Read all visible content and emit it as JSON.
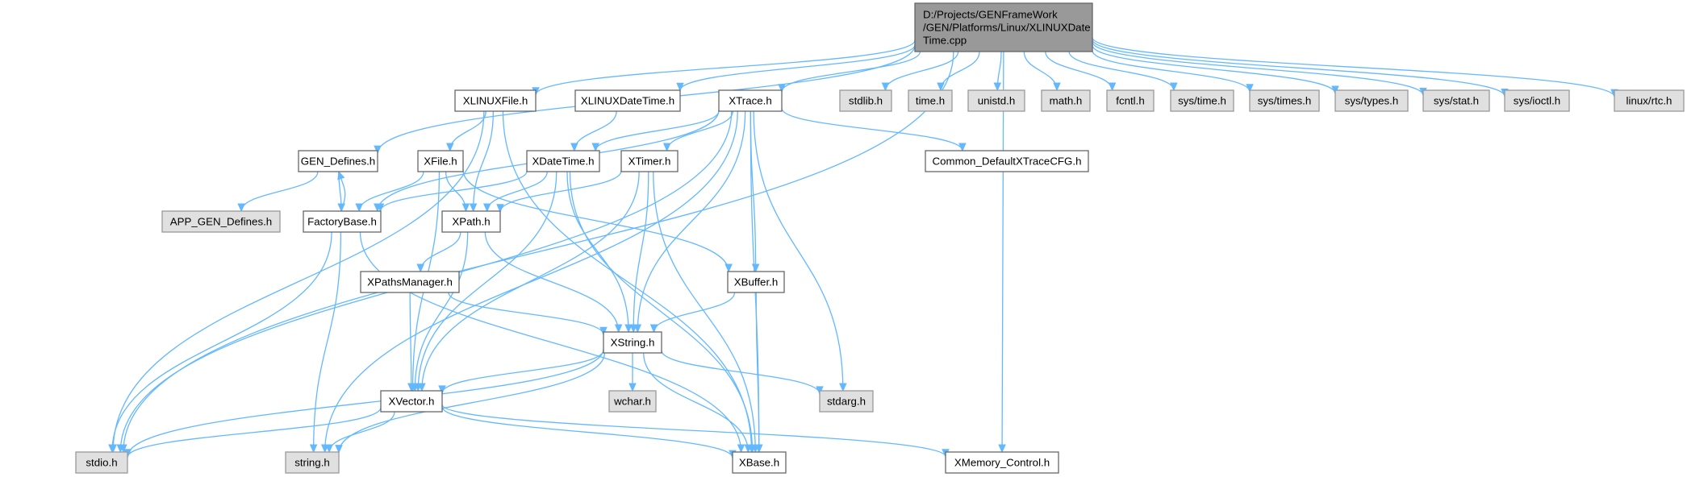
{
  "colors": {
    "edge": "#63b8ff",
    "project_fill": "#ffffff",
    "system_fill": "#e0e0e0",
    "root_fill": "#999999",
    "border": "#666666"
  },
  "nodes": [
    {
      "id": "root",
      "lines": [
        "D:/Projects/GENFrameWork",
        "/GEN/Platforms/Linux/XLINUXDate",
        "Time.cpp"
      ],
      "kind": "root"
    },
    {
      "id": "xlinuxfile",
      "lines": [
        "XLINUXFile.h"
      ],
      "kind": "project"
    },
    {
      "id": "xlinuxdatetime",
      "lines": [
        "XLINUXDateTime.h"
      ],
      "kind": "project"
    },
    {
      "id": "xtrace",
      "lines": [
        "XTrace.h"
      ],
      "kind": "project"
    },
    {
      "id": "stdlib",
      "lines": [
        "stdlib.h"
      ],
      "kind": "system"
    },
    {
      "id": "time",
      "lines": [
        "time.h"
      ],
      "kind": "system"
    },
    {
      "id": "unistd",
      "lines": [
        "unistd.h"
      ],
      "kind": "system"
    },
    {
      "id": "math",
      "lines": [
        "math.h"
      ],
      "kind": "system"
    },
    {
      "id": "fcntl",
      "lines": [
        "fcntl.h"
      ],
      "kind": "system"
    },
    {
      "id": "systime",
      "lines": [
        "sys/time.h"
      ],
      "kind": "system"
    },
    {
      "id": "systimes",
      "lines": [
        "sys/times.h"
      ],
      "kind": "system"
    },
    {
      "id": "systypes",
      "lines": [
        "sys/types.h"
      ],
      "kind": "system"
    },
    {
      "id": "sysstat",
      "lines": [
        "sys/stat.h"
      ],
      "kind": "system"
    },
    {
      "id": "sysioctl",
      "lines": [
        "sys/ioctl.h"
      ],
      "kind": "system"
    },
    {
      "id": "linuxrtc",
      "lines": [
        "linux/rtc.h"
      ],
      "kind": "system"
    },
    {
      "id": "gendefines",
      "lines": [
        "GEN_Defines.h"
      ],
      "kind": "project"
    },
    {
      "id": "xfile",
      "lines": [
        "XFile.h"
      ],
      "kind": "project"
    },
    {
      "id": "xdatetime",
      "lines": [
        "XDateTime.h"
      ],
      "kind": "project"
    },
    {
      "id": "xtimer",
      "lines": [
        "XTimer.h"
      ],
      "kind": "project"
    },
    {
      "id": "commoncfg",
      "lines": [
        "Common_DefaultXTraceCFG.h"
      ],
      "kind": "project"
    },
    {
      "id": "appgendefines",
      "lines": [
        "APP_GEN_Defines.h"
      ],
      "kind": "system"
    },
    {
      "id": "factorybase",
      "lines": [
        "FactoryBase.h"
      ],
      "kind": "project"
    },
    {
      "id": "xpath",
      "lines": [
        "XPath.h"
      ],
      "kind": "project"
    },
    {
      "id": "xpathsmanager",
      "lines": [
        "XPathsManager.h"
      ],
      "kind": "project"
    },
    {
      "id": "xbuffer",
      "lines": [
        "XBuffer.h"
      ],
      "kind": "project"
    },
    {
      "id": "xstring",
      "lines": [
        "XString.h"
      ],
      "kind": "project"
    },
    {
      "id": "wchar",
      "lines": [
        "wchar.h"
      ],
      "kind": "system"
    },
    {
      "id": "stdarg",
      "lines": [
        "stdarg.h"
      ],
      "kind": "system"
    },
    {
      "id": "xvector",
      "lines": [
        "XVector.h"
      ],
      "kind": "project"
    },
    {
      "id": "stdio",
      "lines": [
        "stdio.h"
      ],
      "kind": "system"
    },
    {
      "id": "string",
      "lines": [
        "string.h"
      ],
      "kind": "system"
    },
    {
      "id": "xbase",
      "lines": [
        "XBase.h"
      ],
      "kind": "project"
    },
    {
      "id": "xmemory",
      "lines": [
        "XMemory_Control.h"
      ],
      "kind": "project"
    }
  ],
  "edges": [
    [
      "root",
      "xlinuxfile"
    ],
    [
      "root",
      "xlinuxdatetime"
    ],
    [
      "root",
      "xtrace"
    ],
    [
      "root",
      "stdlib"
    ],
    [
      "root",
      "time"
    ],
    [
      "root",
      "unistd"
    ],
    [
      "root",
      "math"
    ],
    [
      "root",
      "fcntl"
    ],
    [
      "root",
      "systime"
    ],
    [
      "root",
      "systimes"
    ],
    [
      "root",
      "systypes"
    ],
    [
      "root",
      "sysstat"
    ],
    [
      "root",
      "sysioctl"
    ],
    [
      "root",
      "linuxrtc"
    ],
    [
      "root",
      "gendefines"
    ],
    [
      "root",
      "stdio"
    ],
    [
      "root",
      "xmemory"
    ],
    [
      "xlinuxfile",
      "xfile"
    ],
    [
      "xlinuxfile",
      "xpath"
    ],
    [
      "xlinuxfile",
      "stdio"
    ],
    [
      "xlinuxfile",
      "xbase"
    ],
    [
      "xlinuxdatetime",
      "xdatetime"
    ],
    [
      "xtrace",
      "xdatetime"
    ],
    [
      "xtrace",
      "xtimer"
    ],
    [
      "xtrace",
      "factorybase"
    ],
    [
      "xtrace",
      "xbuffer"
    ],
    [
      "xtrace",
      "xstring"
    ],
    [
      "xtrace",
      "stdarg"
    ],
    [
      "xtrace",
      "stdio"
    ],
    [
      "xtrace",
      "string"
    ],
    [
      "xtrace",
      "xbase"
    ],
    [
      "xtrace",
      "commoncfg"
    ],
    [
      "gendefines",
      "factorybase"
    ],
    [
      "gendefines",
      "appgendefines"
    ],
    [
      "factorybase",
      "gendefines"
    ],
    [
      "xfile",
      "factorybase"
    ],
    [
      "xfile",
      "xpath"
    ],
    [
      "xfile",
      "xbuffer"
    ],
    [
      "xfile",
      "xvector"
    ],
    [
      "xdatetime",
      "factorybase"
    ],
    [
      "xdatetime",
      "xpath"
    ],
    [
      "xdatetime",
      "xstring"
    ],
    [
      "xdatetime",
      "xvector"
    ],
    [
      "xdatetime",
      "xbase"
    ],
    [
      "xtimer",
      "xpath"
    ],
    [
      "xtimer",
      "xstring"
    ],
    [
      "xtimer",
      "xvector"
    ],
    [
      "xtimer",
      "xbase"
    ],
    [
      "factorybase",
      "stdio"
    ],
    [
      "factorybase",
      "string"
    ],
    [
      "factorybase",
      "xbase"
    ],
    [
      "xpath",
      "xpathsmanager"
    ],
    [
      "xpath",
      "xstring"
    ],
    [
      "xpath",
      "xvector"
    ],
    [
      "xpathsmanager",
      "xstring"
    ],
    [
      "xpathsmanager",
      "xvector"
    ],
    [
      "xbuffer",
      "xstring"
    ],
    [
      "xbuffer",
      "xbase"
    ],
    [
      "xstring",
      "xvector"
    ],
    [
      "xstring",
      "wchar"
    ],
    [
      "xstring",
      "stdarg"
    ],
    [
      "xstring",
      "xbase"
    ],
    [
      "xstring",
      "stdio"
    ],
    [
      "xstring",
      "string"
    ],
    [
      "xvector",
      "stdio"
    ],
    [
      "xvector",
      "string"
    ],
    [
      "xvector",
      "xbase"
    ],
    [
      "xvector",
      "xmemory"
    ]
  ]
}
